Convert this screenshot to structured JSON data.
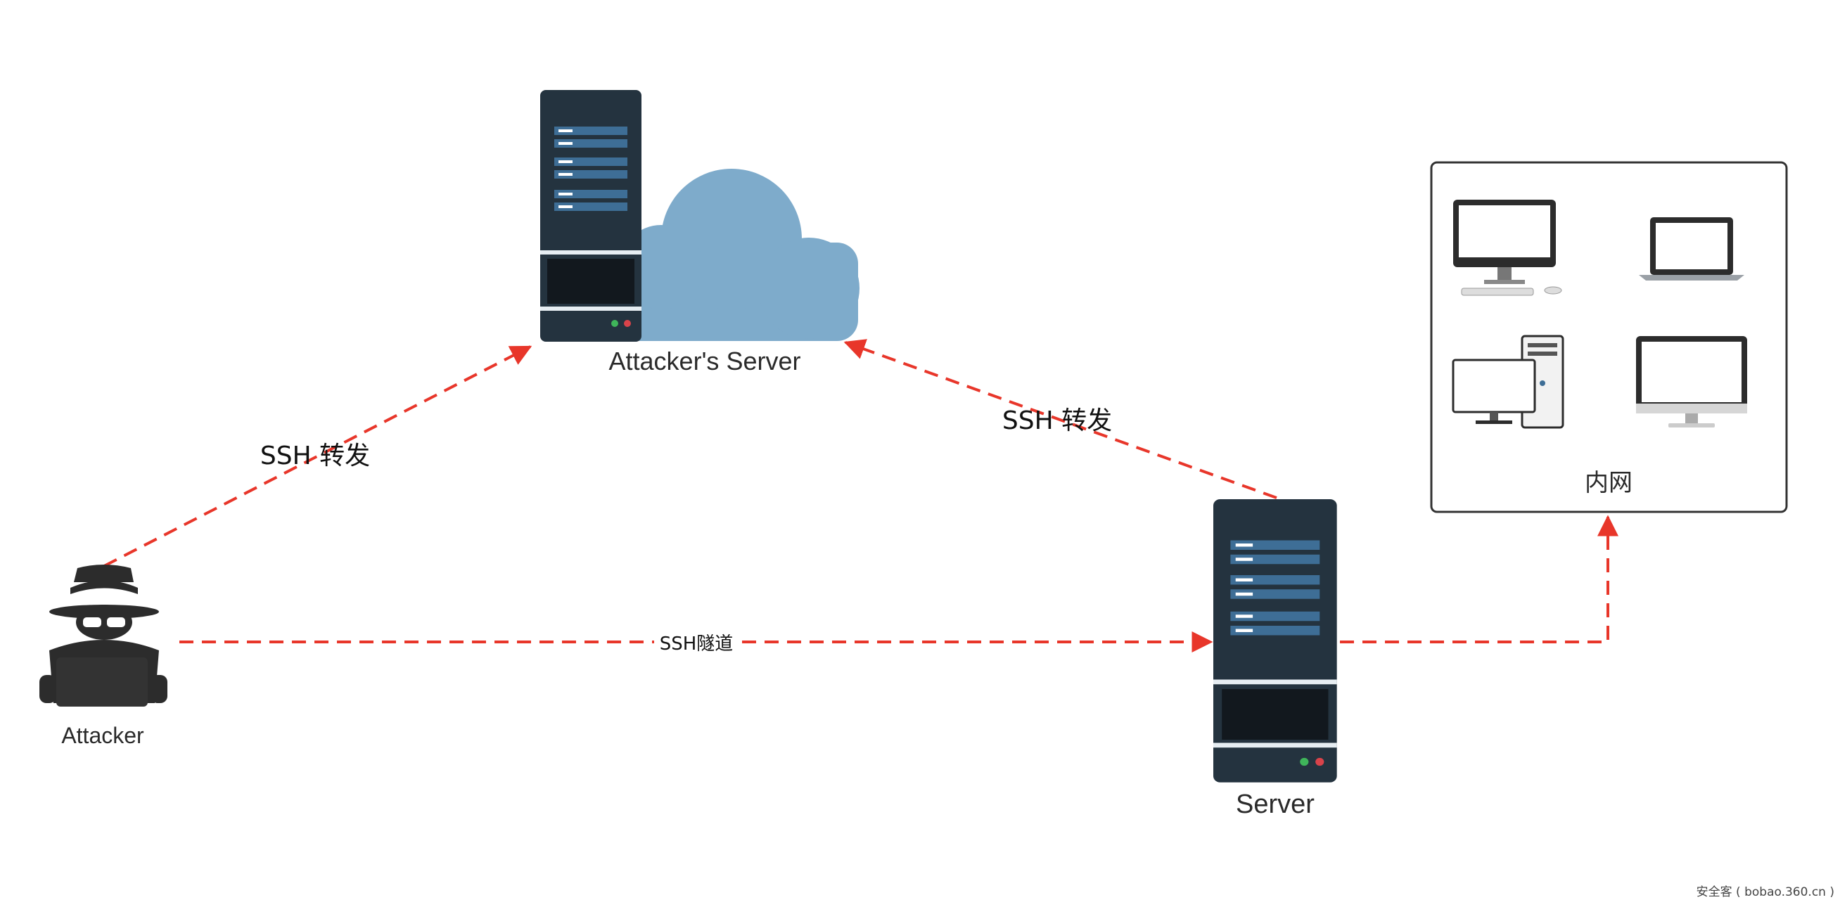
{
  "nodes": {
    "attacker": {
      "label": "Attacker"
    },
    "attacker_server": {
      "label": "Attacker's Server"
    },
    "server": {
      "label": "Server"
    },
    "intranet": {
      "label": "内网"
    }
  },
  "edges": {
    "ssh_forward_left": {
      "label": "SSH 转发"
    },
    "ssh_forward_right": {
      "label": "SSH 转发"
    },
    "ssh_tunnel": {
      "label": "SSH隧道"
    }
  },
  "watermark": "安全客 ( bobao.360.cn )",
  "colors": {
    "arrow": "#e8362a",
    "server_body": "#24333f",
    "server_slot": "#3e6e96",
    "cloud": "#7eabcb",
    "device": "#2c2c2c",
    "intranet_border": "#333333"
  },
  "icons": {
    "attacker": "hacker-icon",
    "attacker_server": "server-rack-icon",
    "cloud": "cloud-icon",
    "server": "server-rack-icon",
    "devices": [
      "desktop-monitor-icon",
      "laptop-icon",
      "desktop-tower-icon",
      "monitor-icon"
    ]
  }
}
